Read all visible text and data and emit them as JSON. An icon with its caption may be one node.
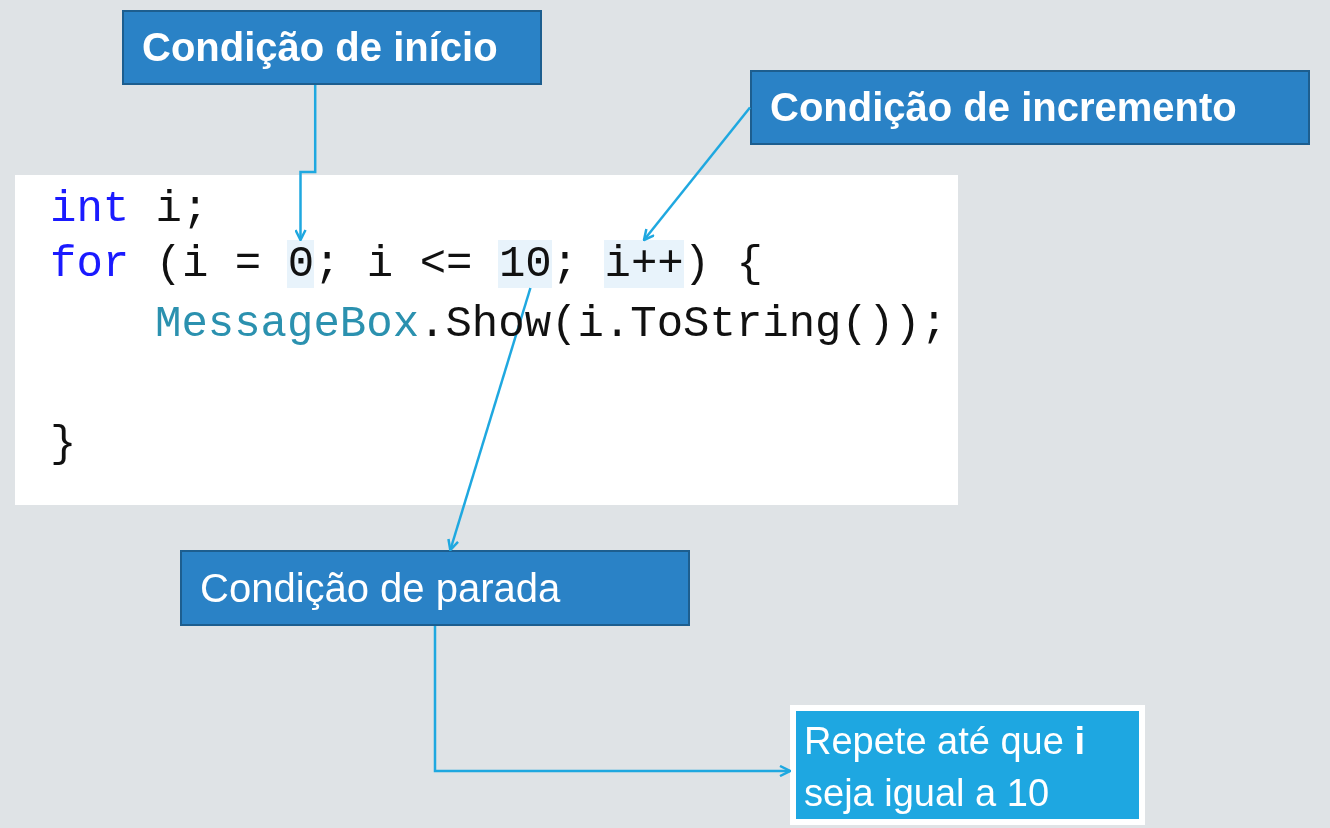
{
  "diagram": {
    "nodes": [
      {
        "text": [
          "Condição de início"
        ]
      },
      {
        "text": [
          "Condição de incremento"
        ]
      },
      {
        "text": [
          "int i;",
          "for (i = 0; i <= 10; i++) {",
          "MessageBox.Show(i.ToString());",
          "}"
        ]
      },
      {
        "text": [],
        "shape": "box",
        "in": 2
      },
      {
        "text": [],
        "shape": "box",
        "in": 2
      },
      {
        "text": [],
        "shape": "box",
        "in": 2
      },
      {
        "text": [
          "Condição de parada"
        ]
      },
      {
        "text": [
          "Repete até que **i** seja igual a 10"
        ]
      }
    ],
    "edges": [
      {
        "from": 0,
        "to": 3,
        "arrow": "to"
      },
      {
        "from": 1,
        "to": 5,
        "arrow": "to"
      },
      {
        "from": 4,
        "to": 6,
        "arrow": "to"
      },
      {
        "from": 6,
        "to": 7,
        "arrow": "to"
      }
    ]
  }
}
